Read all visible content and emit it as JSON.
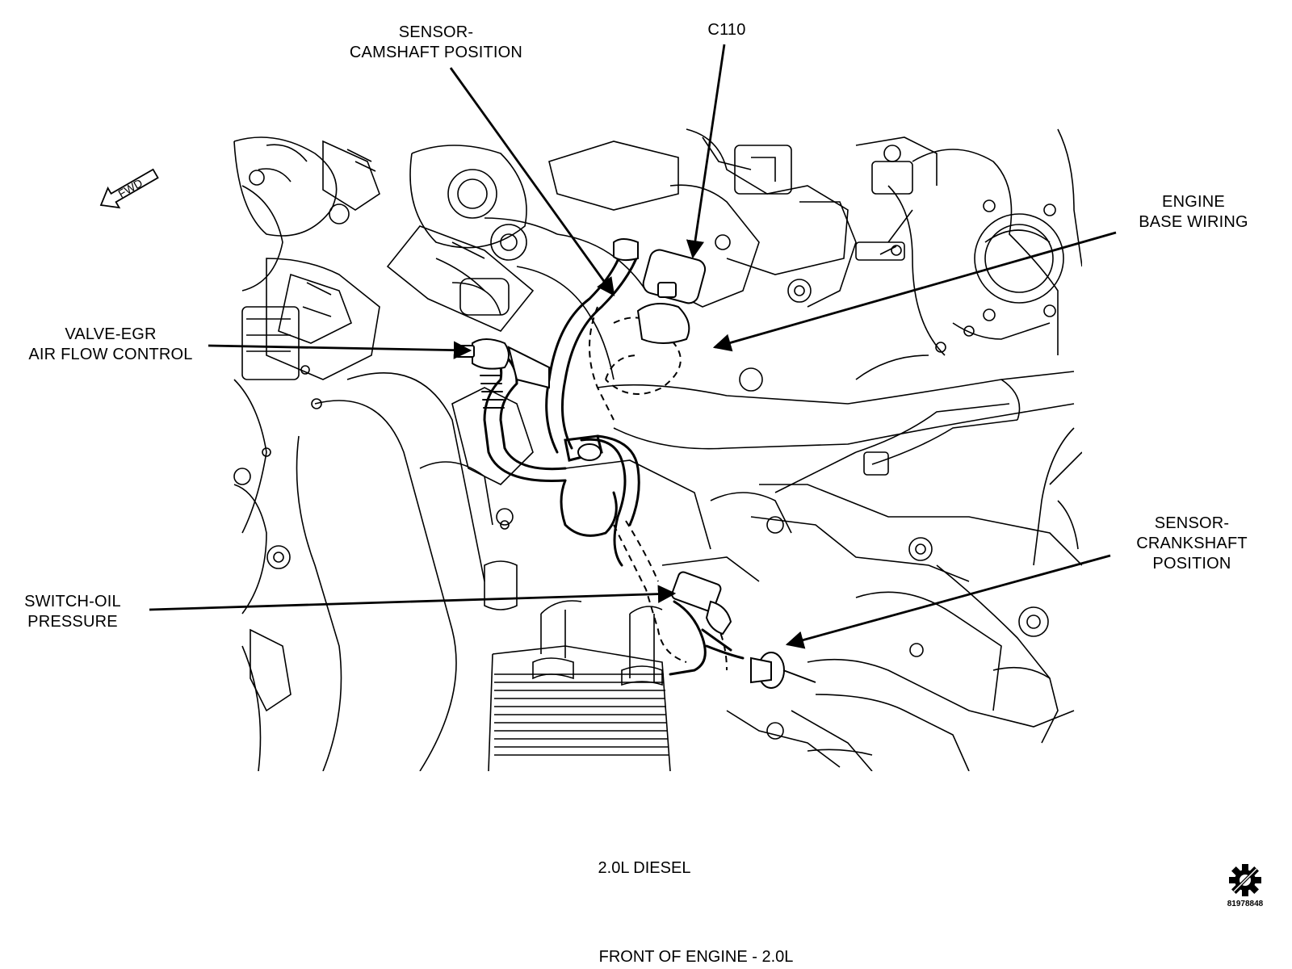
{
  "labels": {
    "camshaft": [
      "SENSOR-",
      "CAMSHAFT POSITION"
    ],
    "c110": [
      "C110"
    ],
    "engine_base_wiring": [
      "ENGINE",
      "BASE WIRING"
    ],
    "egr": [
      "VALVE-EGR",
      "AIR FLOW CONTROL"
    ],
    "crankshaft": [
      "SENSOR-",
      "CRANKSHAFT",
      "POSITION"
    ],
    "oil_switch": [
      "SWITCH-OIL",
      "PRESSURE"
    ]
  },
  "fwd_label": "FWD",
  "caption_engine": "2.0L DIESEL",
  "figure_id": "81978848",
  "caption_bottom": "FRONT OF ENGINE - 2.0L",
  "icons": {
    "service_symbol": "gear-service-icon",
    "forward_arrow": "fwd-arrow-icon"
  },
  "colors": {
    "ink": "#000000",
    "background": "#ffffff"
  }
}
